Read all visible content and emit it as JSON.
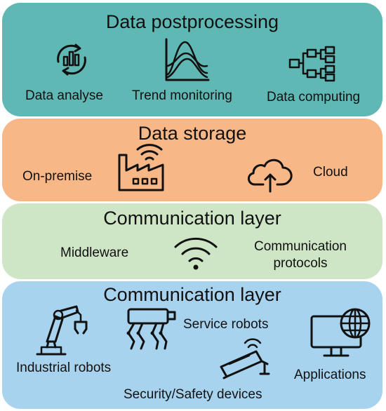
{
  "colors": {
    "postprocessing": "#5fb8b4",
    "storage": "#f7b786",
    "communication": "#cfe6c6",
    "devices": "#a8d3ee"
  },
  "postprocessing": {
    "title": "Data postprocessing",
    "items": [
      {
        "label": "Data analyse",
        "icon": "analysis-cycle-icon"
      },
      {
        "label": "Trend monitoring",
        "icon": "trend-chart-icon"
      },
      {
        "label": "Data computing",
        "icon": "hierarchy-network-icon"
      }
    ]
  },
  "storage": {
    "title": "Data storage",
    "items": [
      {
        "label": "On-premise",
        "icon": "factory-wifi-icon"
      },
      {
        "label": "Cloud",
        "icon": "cloud-upload-icon"
      }
    ]
  },
  "communication": {
    "title": "Communication layer",
    "left_label": "Middleware",
    "right_label_line1": "Communication",
    "right_label_line2": "protocols",
    "icon": "wifi-icon"
  },
  "devices": {
    "title": "Communication layer",
    "items": [
      {
        "label": "Industrial robots",
        "icon": "robot-arm-icon"
      },
      {
        "label": "Service robots",
        "icon": "quadruped-robot-icon"
      },
      {
        "label": "Security/Safety devices",
        "icon": "security-camera-icon"
      },
      {
        "label": "Applications",
        "icon": "monitor-globe-icon"
      }
    ]
  }
}
